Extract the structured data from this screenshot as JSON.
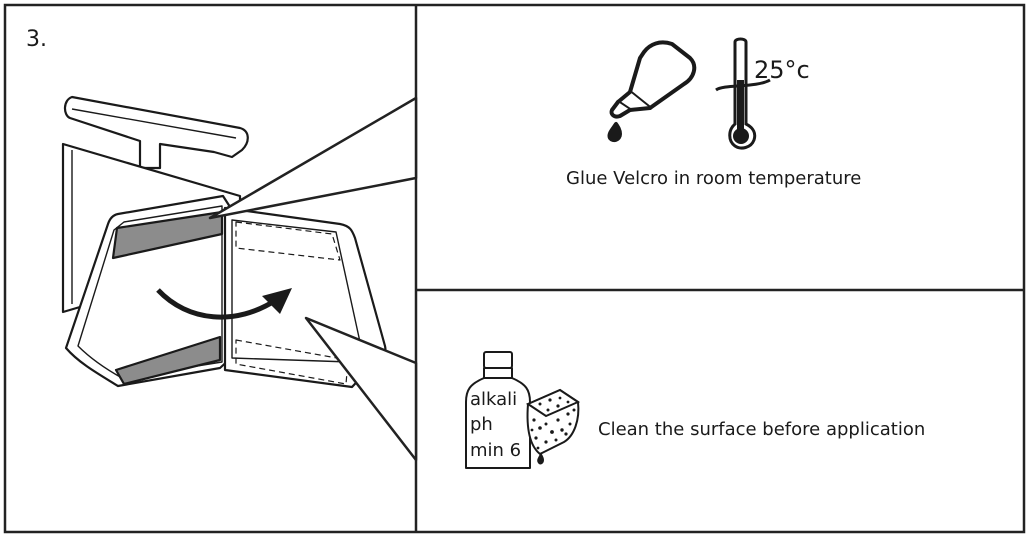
{
  "step": {
    "number": "3."
  },
  "panels": {
    "top_right": {
      "caption": "Glue Velcro in room temperature",
      "temperature": "25°c",
      "icons": [
        "glue-bottle-icon",
        "thermometer-icon"
      ]
    },
    "bottom_right": {
      "caption": "Clean the surface before application",
      "bottle_label": [
        "alkali",
        "ph",
        "min 6"
      ],
      "icons": [
        "cleaner-bottle-icon",
        "sponge-icon"
      ]
    }
  },
  "colors": {
    "ink": "#1a1a1a",
    "velcro": "#8c8c8c",
    "frame": "#222222",
    "background": "#ffffff"
  }
}
